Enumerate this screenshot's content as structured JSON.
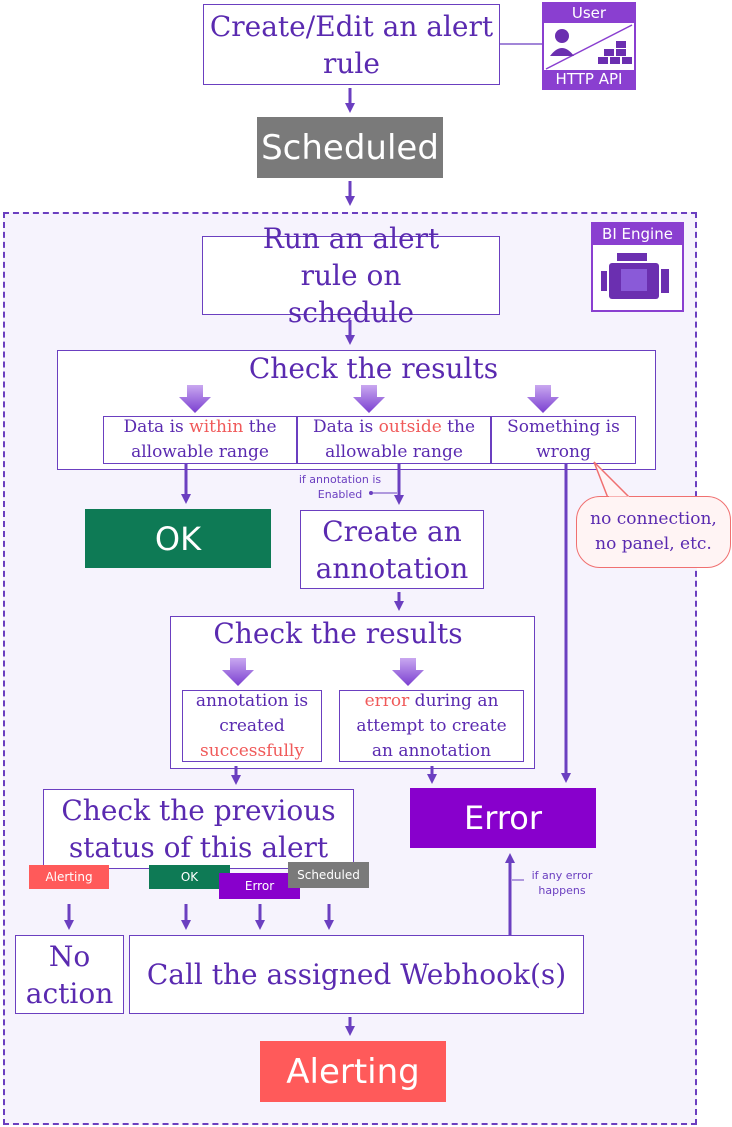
{
  "colors": {
    "accent": "#6b3fc0",
    "text": "#5a2ab0",
    "scheduled": "#7a7a7a",
    "ok": "#0e7a55",
    "error": "#8800cc",
    "alerting": "#ff5a5a",
    "red_text": "#f05a5a",
    "region_bg": "#f6f3fd"
  },
  "top": {
    "create_rule": "Create/Edit an alert rule",
    "scheduled": "Scheduled",
    "user_badge": {
      "top": "User",
      "bottom": "HTTP API",
      "icons": [
        "user-icon",
        "bricks-icon"
      ]
    }
  },
  "engine": {
    "label": "BI Engine",
    "icon": "engine-icon"
  },
  "run": "Run an alert rule on schedule",
  "check1": {
    "title": "Check the results",
    "within": {
      "pre": "Data is ",
      "hl": "within",
      "post": " the",
      "line2": "allowable range"
    },
    "outside": {
      "pre": "Data is ",
      "hl": "outside",
      "post": " the",
      "line2": "allowable range"
    },
    "wrong": {
      "line1": "Something is",
      "line2": "wrong"
    }
  },
  "callout": {
    "line1": "no connection,",
    "line2": "no panel, etc."
  },
  "ok": "OK",
  "annotation_note": {
    "line1": "if annotation is",
    "line2": "Enabled"
  },
  "create_annotation": {
    "line1": "Create an",
    "line2": "annotation"
  },
  "check2": {
    "title": "Check the results",
    "created": {
      "line1": "annotation is",
      "line2": "created",
      "line3": "successfully"
    },
    "error": {
      "hl": "error",
      "post": " during an",
      "line2": "attempt to create",
      "line3": "an annotation"
    }
  },
  "previous": {
    "line1": "Check the previous",
    "line2": "status of this alert"
  },
  "status_tags": {
    "alerting": "Alerting",
    "ok": "OK",
    "error": "Error",
    "scheduled": "Scheduled"
  },
  "error_box": "Error",
  "any_error": {
    "line1": "if any error",
    "line2": "happens"
  },
  "no_action": {
    "line1": "No",
    "line2": "action"
  },
  "webhook": "Call the assigned Webhook(s)",
  "alerting": "Alerting"
}
